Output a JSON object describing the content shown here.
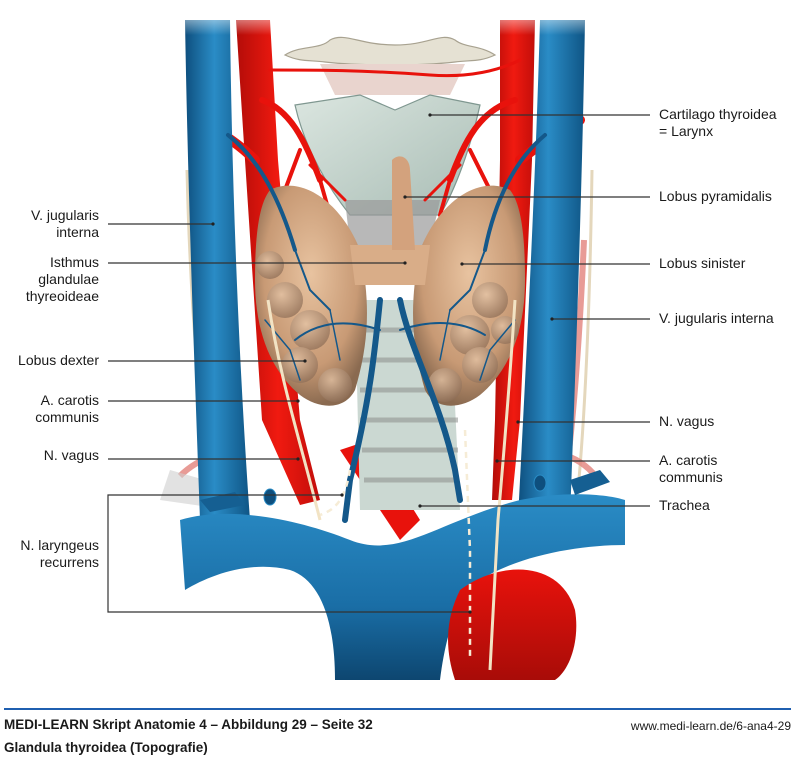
{
  "figure": {
    "description": "Topography of the thyroid gland (anterior view)",
    "colors": {
      "vein": "#1b6fa8",
      "artery": "#e8120c",
      "thyroid": "#d9a982",
      "cartilage": "#c7d6cf",
      "hyoid": "#e5e1d3",
      "nerve": "#f2e3c4",
      "leader_line": "#333333",
      "footer_rule": "#1f5fb0"
    }
  },
  "labels_left": [
    {
      "id": "v-jugularis-interna-left",
      "lines": [
        "V. jugularis",
        "interna"
      ]
    },
    {
      "id": "isthmus",
      "lines": [
        "Isthmus",
        "glandulae",
        "thyreoideae"
      ]
    },
    {
      "id": "lobus-dexter",
      "lines": [
        "Lobus dexter"
      ]
    },
    {
      "id": "a-carotis-communis-left",
      "lines": [
        "A. carotis",
        "communis"
      ]
    },
    {
      "id": "n-vagus-left",
      "lines": [
        "N. vagus"
      ]
    },
    {
      "id": "n-laryngeus-recurrens",
      "lines": [
        "N. laryngeus",
        "recurrens"
      ]
    }
  ],
  "labels_right": [
    {
      "id": "cartilago-thyroidea",
      "lines": [
        "Cartilago thyroidea",
        "= Larynx"
      ]
    },
    {
      "id": "lobus-pyramidalis",
      "lines": [
        "Lobus pyramidalis"
      ]
    },
    {
      "id": "lobus-sinister",
      "lines": [
        "Lobus sinister"
      ]
    },
    {
      "id": "v-jugularis-interna-right",
      "lines": [
        "V. jugularis interna"
      ]
    },
    {
      "id": "n-vagus-right",
      "lines": [
        "N. vagus"
      ]
    },
    {
      "id": "a-carotis-communis-right",
      "lines": [
        "A. carotis",
        "communis"
      ]
    },
    {
      "id": "trachea",
      "lines": [
        "Trachea"
      ]
    }
  ],
  "footer": {
    "title": "MEDI-LEARN Skript Anatomie 4 – Abbildung 29 – Seite 32",
    "subtitle": "Glandula thyroidea (Topografie)",
    "url": "www.medi-learn.de/6-ana4-29"
  }
}
